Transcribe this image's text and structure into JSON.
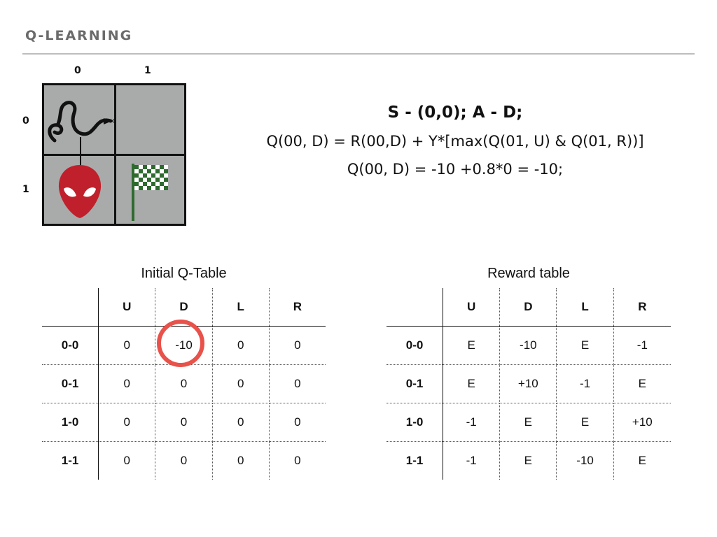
{
  "title": "Q-LEARNING",
  "grid": {
    "col_labels": [
      "0",
      "1"
    ],
    "row_labels": [
      "0",
      "1"
    ],
    "cell_color": "#a9abab",
    "icons": {
      "agent": "snake-icon",
      "hazard": "alien-head-icon",
      "goal": "checkered-flag-icon",
      "move": "down-arrow-icon"
    },
    "colors": {
      "hazard": "#c0202b",
      "goal": "#2f6b2f"
    }
  },
  "formula": {
    "line1": "S - (0,0); A - D;",
    "line2": "Q(00, D) = R(00,D) + Y*[max(Q(01, U) & Q(01, R))]",
    "line3": "Q(00, D) = -10 +0.8*0 = -10;"
  },
  "q_table": {
    "caption": "Initial Q-Table",
    "headers": [
      "",
      "U",
      "D",
      "L",
      "R"
    ],
    "rows": [
      [
        "0-0",
        "0",
        "-10",
        "0",
        "0"
      ],
      [
        "0-1",
        "0",
        "0",
        "0",
        "0"
      ],
      [
        "1-0",
        "0",
        "0",
        "0",
        "0"
      ],
      [
        "1-1",
        "0",
        "0",
        "0",
        "0"
      ]
    ],
    "highlight": {
      "row": "0-0",
      "col": "D",
      "color": "#e8524a"
    }
  },
  "reward_table": {
    "caption": "Reward table",
    "headers": [
      "",
      "U",
      "D",
      "L",
      "R"
    ],
    "rows": [
      [
        "0-0",
        "E",
        "-10",
        "E",
        "-1"
      ],
      [
        "0-1",
        "E",
        "+10",
        "-1",
        "E"
      ],
      [
        "1-0",
        "-1",
        "E",
        "E",
        "+10"
      ],
      [
        "1-1",
        "-1",
        "E",
        "-10",
        "E"
      ]
    ]
  }
}
